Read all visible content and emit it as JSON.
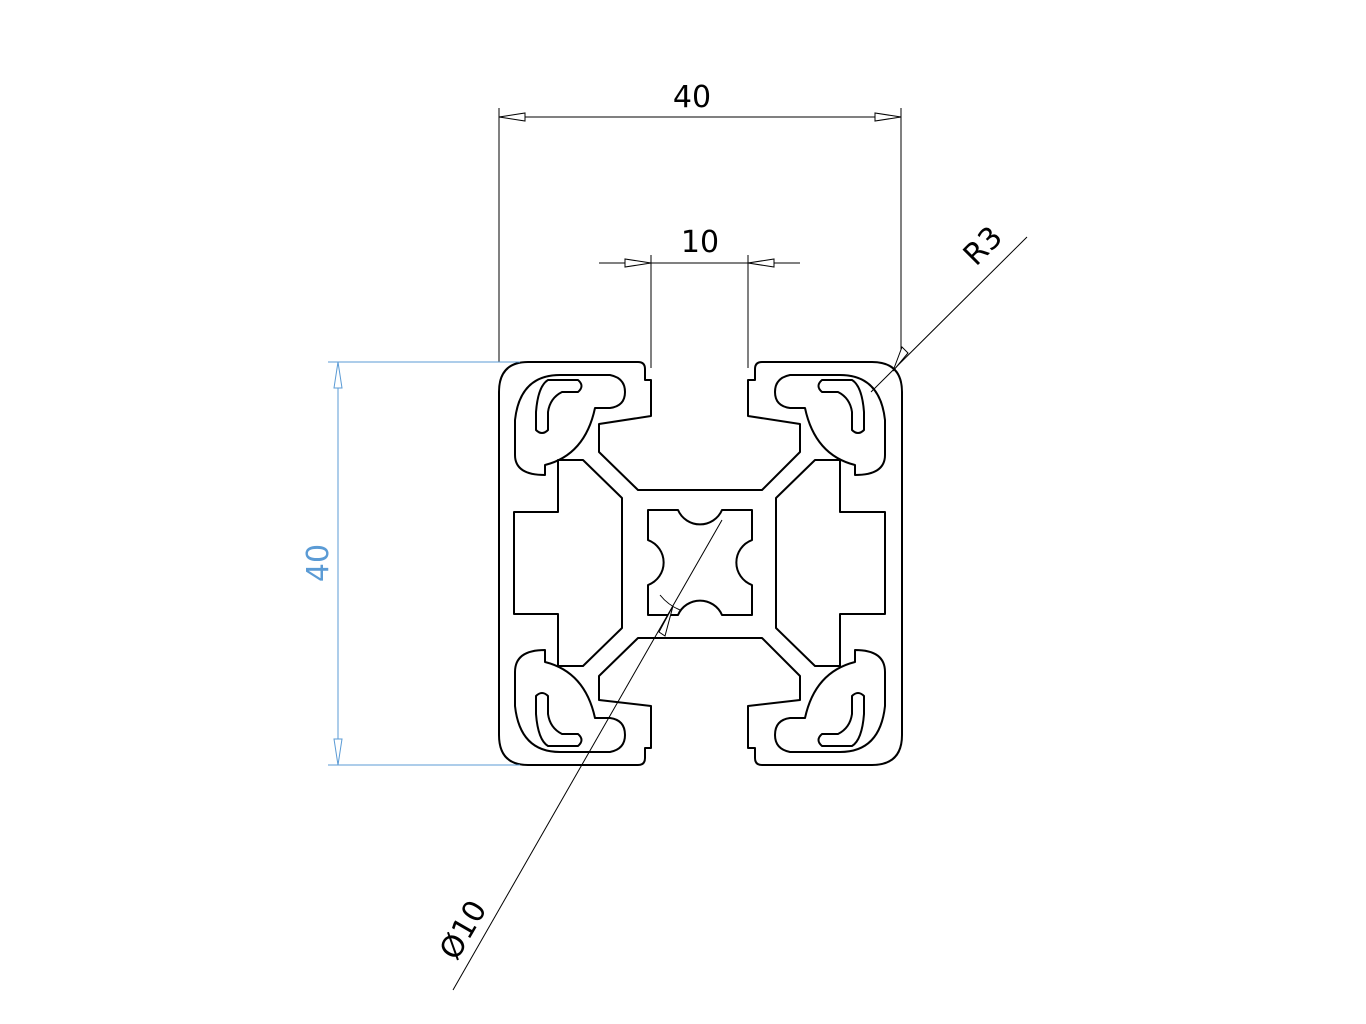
{
  "dimensions": {
    "overall_width": "40",
    "slot_width": "10",
    "overall_height": "40",
    "corner_radius": "R3",
    "bore_diameter": "Ø10"
  },
  "colors": {
    "outline": "#000000",
    "dimension_line": "#000000",
    "highlighted_dimension": "#5b9bd5",
    "background": "#ffffff"
  }
}
